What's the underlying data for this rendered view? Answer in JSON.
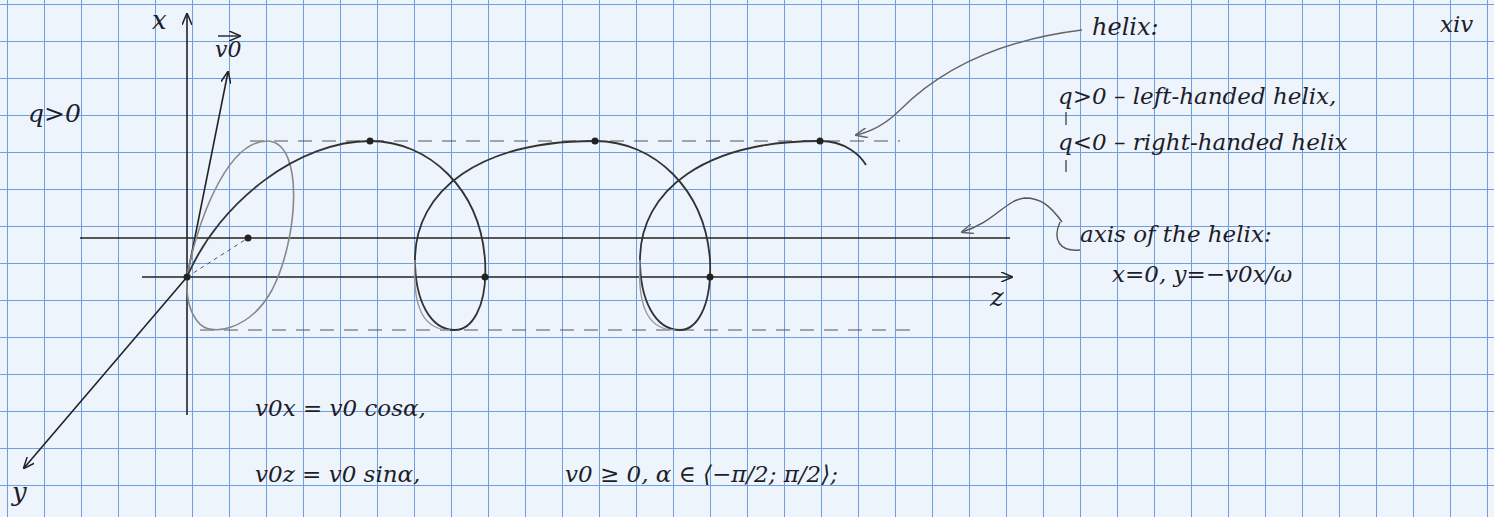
{
  "diagram": {
    "labels": [
      "xiv",
      "x",
      "y",
      "z",
      "q>0",
      "v0",
      "helix:",
      "q>0 – left-handed helix,",
      "q<0 – right-handed helix",
      "axis of the helix:",
      "x=0, y=−v0x/ω",
      "v0x = v0 cosα,",
      "v0z = v0 sinα,",
      "v0 ≥ 0,  α ∈ ⟨−π/2; π/2⟩;"
    ]
  }
}
